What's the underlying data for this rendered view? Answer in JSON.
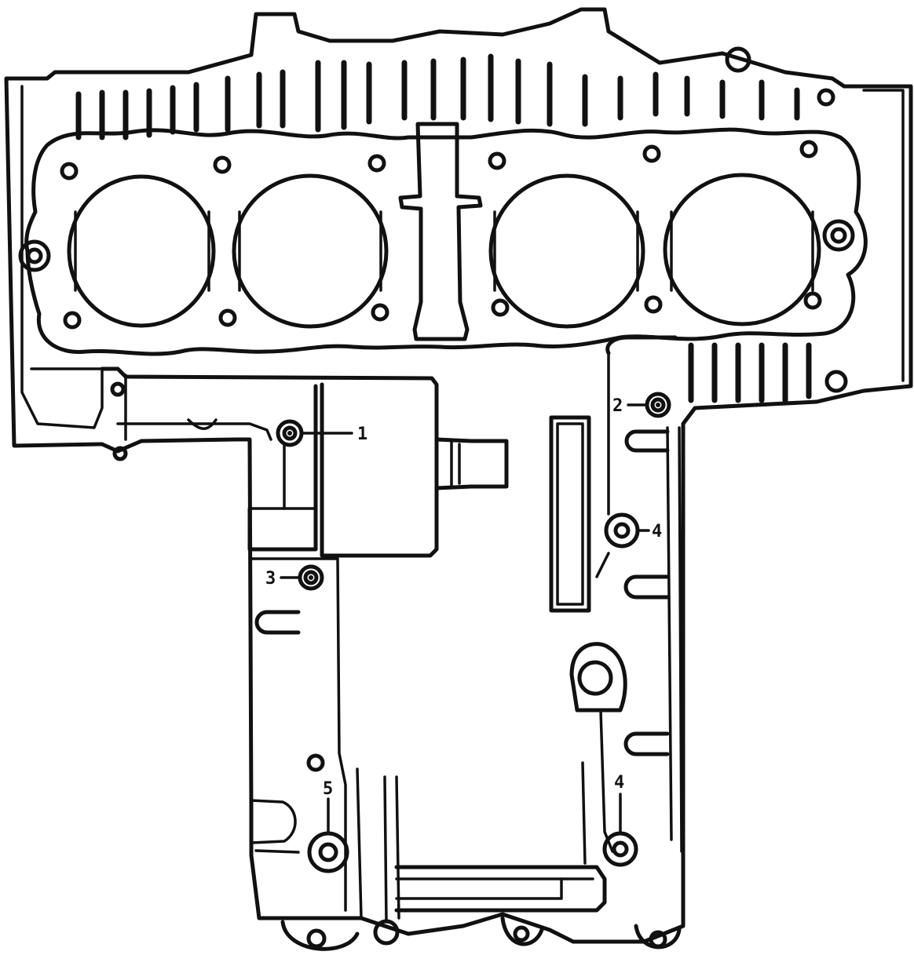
{
  "callouts": [
    {
      "id": "1",
      "label": "1"
    },
    {
      "id": "2",
      "label": "2"
    },
    {
      "id": "3",
      "label": "3"
    },
    {
      "id": "4a",
      "label": "4"
    },
    {
      "id": "4b",
      "label": "4"
    },
    {
      "id": "5",
      "label": "5"
    }
  ]
}
